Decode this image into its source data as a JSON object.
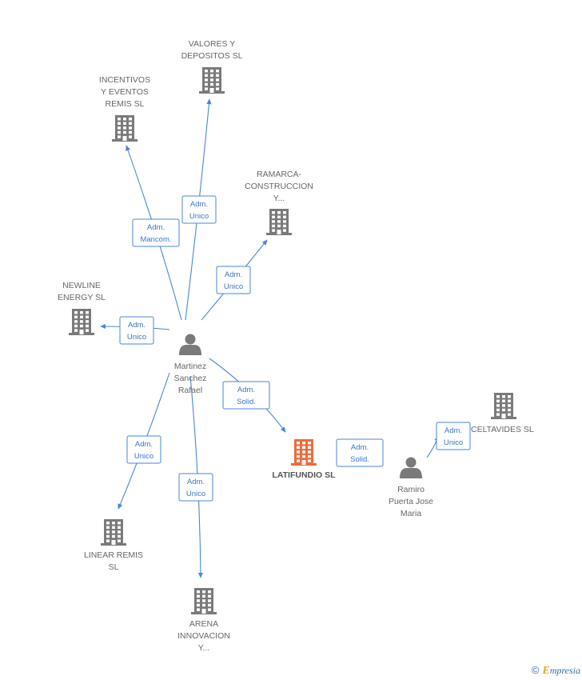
{
  "colors": {
    "edge": "#4a86d8",
    "building": "#7a7a7a",
    "building_main": "#f06a3a",
    "person": "#7a7a7a"
  },
  "nodes": [
    {
      "id": "valores",
      "type": "company",
      "icon": "building-icon",
      "lines": [
        "VALORES Y",
        "DEPOSITOS SL"
      ]
    },
    {
      "id": "incentivos",
      "type": "company",
      "icon": "building-icon",
      "lines": [
        "INCENTIVOS",
        "Y EVENTOS",
        "REMIS  SL"
      ]
    },
    {
      "id": "ramarca",
      "type": "company",
      "icon": "building-icon",
      "lines": [
        "RAMARCA-",
        "CONSTRUCCION",
        "Y..."
      ]
    },
    {
      "id": "newline",
      "type": "company",
      "icon": "building-icon",
      "lines": [
        "NEWLINE",
        "ENERGY SL"
      ]
    },
    {
      "id": "martinez",
      "type": "person",
      "icon": "person-icon",
      "lines": [
        "Martinez",
        "Sanchez",
        "Rafael"
      ]
    },
    {
      "id": "latifundio",
      "type": "company-main",
      "icon": "building-icon",
      "lines": [
        "LATIFUNDIO SL"
      ]
    },
    {
      "id": "celtavides",
      "type": "company",
      "icon": "building-icon",
      "lines": [
        "CELTAVIDES SL"
      ]
    },
    {
      "id": "ramiro",
      "type": "person",
      "icon": "person-icon",
      "lines": [
        "Ramiro",
        "Puerta Jose",
        "Maria"
      ]
    },
    {
      "id": "linear",
      "type": "company",
      "icon": "building-icon",
      "lines": [
        "LINEAR REMIS",
        "SL"
      ]
    },
    {
      "id": "arena",
      "type": "company",
      "icon": "building-icon",
      "lines": [
        "ARENA",
        "INNOVACION",
        "Y..."
      ]
    }
  ],
  "edges": [
    {
      "from": "martinez",
      "to": "incentivos",
      "label": [
        "Adm.",
        "Mancom."
      ]
    },
    {
      "from": "martinez",
      "to": "valores",
      "label": [
        "Adm.",
        "Unico"
      ]
    },
    {
      "from": "martinez",
      "to": "ramarca",
      "label": [
        "Adm.",
        "Unico"
      ]
    },
    {
      "from": "martinez",
      "to": "newline",
      "label": [
        "Adm.",
        "Unico"
      ]
    },
    {
      "from": "martinez",
      "to": "latifundio",
      "label": [
        "Adm.",
        "Solid."
      ]
    },
    {
      "from": "martinez",
      "to": "linear",
      "label": [
        "Adm.",
        "Unico"
      ]
    },
    {
      "from": "martinez",
      "to": "arena",
      "label": [
        "Adm.",
        "Unico"
      ]
    },
    {
      "from": "ramiro",
      "to": "latifundio",
      "label": [
        "Adm.",
        "Solid."
      ]
    },
    {
      "from": "ramiro",
      "to": "celtavides",
      "label": [
        "Adm.",
        "Unico"
      ]
    }
  ],
  "watermark": {
    "copyright": "©",
    "brand_first": "E",
    "brand_rest": "mpresia"
  }
}
